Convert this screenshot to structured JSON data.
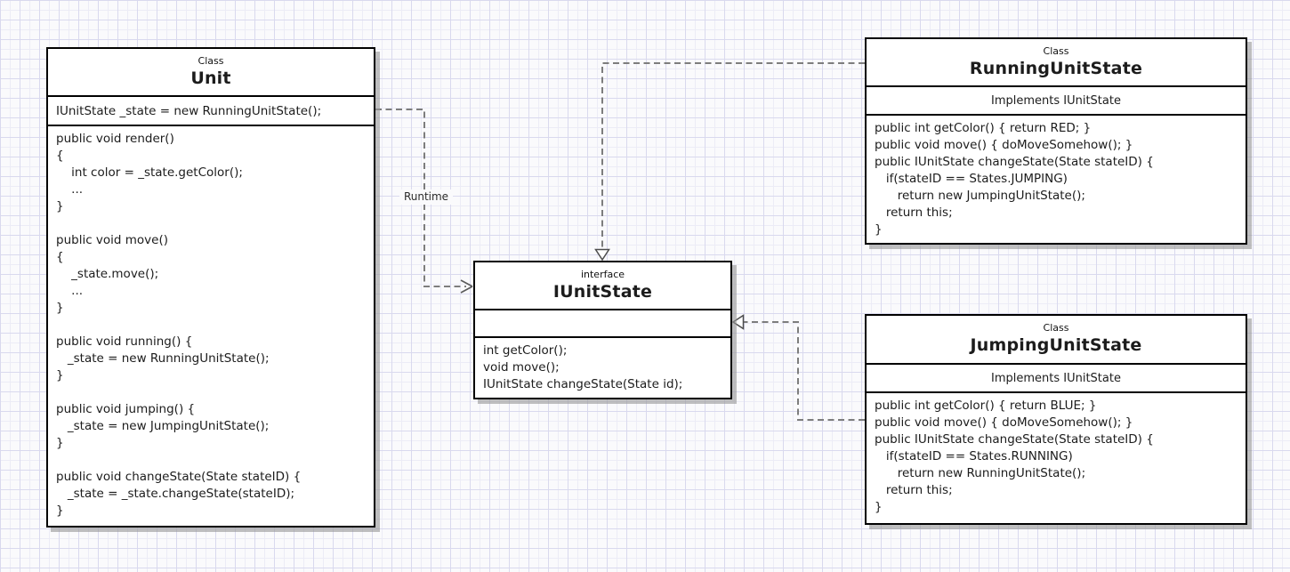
{
  "diagram": {
    "type": "uml-class-diagram",
    "nodes": {
      "unit": {
        "stereotype": "Class",
        "name": "Unit",
        "attributes": "IUnitState _state = new RunningUnitState();",
        "methods": "public void render()\n{\n    int color = _state.getColor();\n    ...\n}\n\npublic void move()\n{\n    _state.move();\n    ...\n}\n\npublic void running() {\n   _state = new RunningUnitState();\n}\n\npublic void jumping() {\n   _state = new JumpingUnitState();\n}\n\npublic void changeState(State stateID) {\n   _state = _state.changeState(stateID);\n}"
      },
      "iunitstate": {
        "stereotype": "interface",
        "name": "IUnitState",
        "attributes": "",
        "methods": "int getColor();\nvoid move();\nIUnitState changeState(State id);"
      },
      "running": {
        "stereotype": "Class",
        "name": "RunningUnitState",
        "implements_label": "Implements IUnitState",
        "methods": "public int getColor() { return RED; }\npublic void move() { doMoveSomehow(); }\npublic IUnitState changeState(State stateID) {\n   if(stateID == States.JUMPING)\n      return new JumpingUnitState();\n   return this;\n}"
      },
      "jumping": {
        "stereotype": "Class",
        "name": "JumpingUnitState",
        "implements_label": "Implements IUnitState",
        "methods": "public int getColor() { return BLUE; }\npublic void move() { doMoveSomehow(); }\npublic IUnitState changeState(State stateID) {\n   if(stateID == States.RUNNING)\n      return new RunningUnitState();\n   return this;\n}"
      }
    },
    "edges": {
      "runtime_label": "Runtime"
    },
    "colors": {
      "background": "#fafafc",
      "grid_minor": "#ececf6",
      "grid_major": "#d9d9ee",
      "box_fill": "#ffffff",
      "box_border": "#000000",
      "box_shadow": "#969696",
      "connector": "#7d7d7d",
      "text": "#1c1c1c"
    }
  }
}
